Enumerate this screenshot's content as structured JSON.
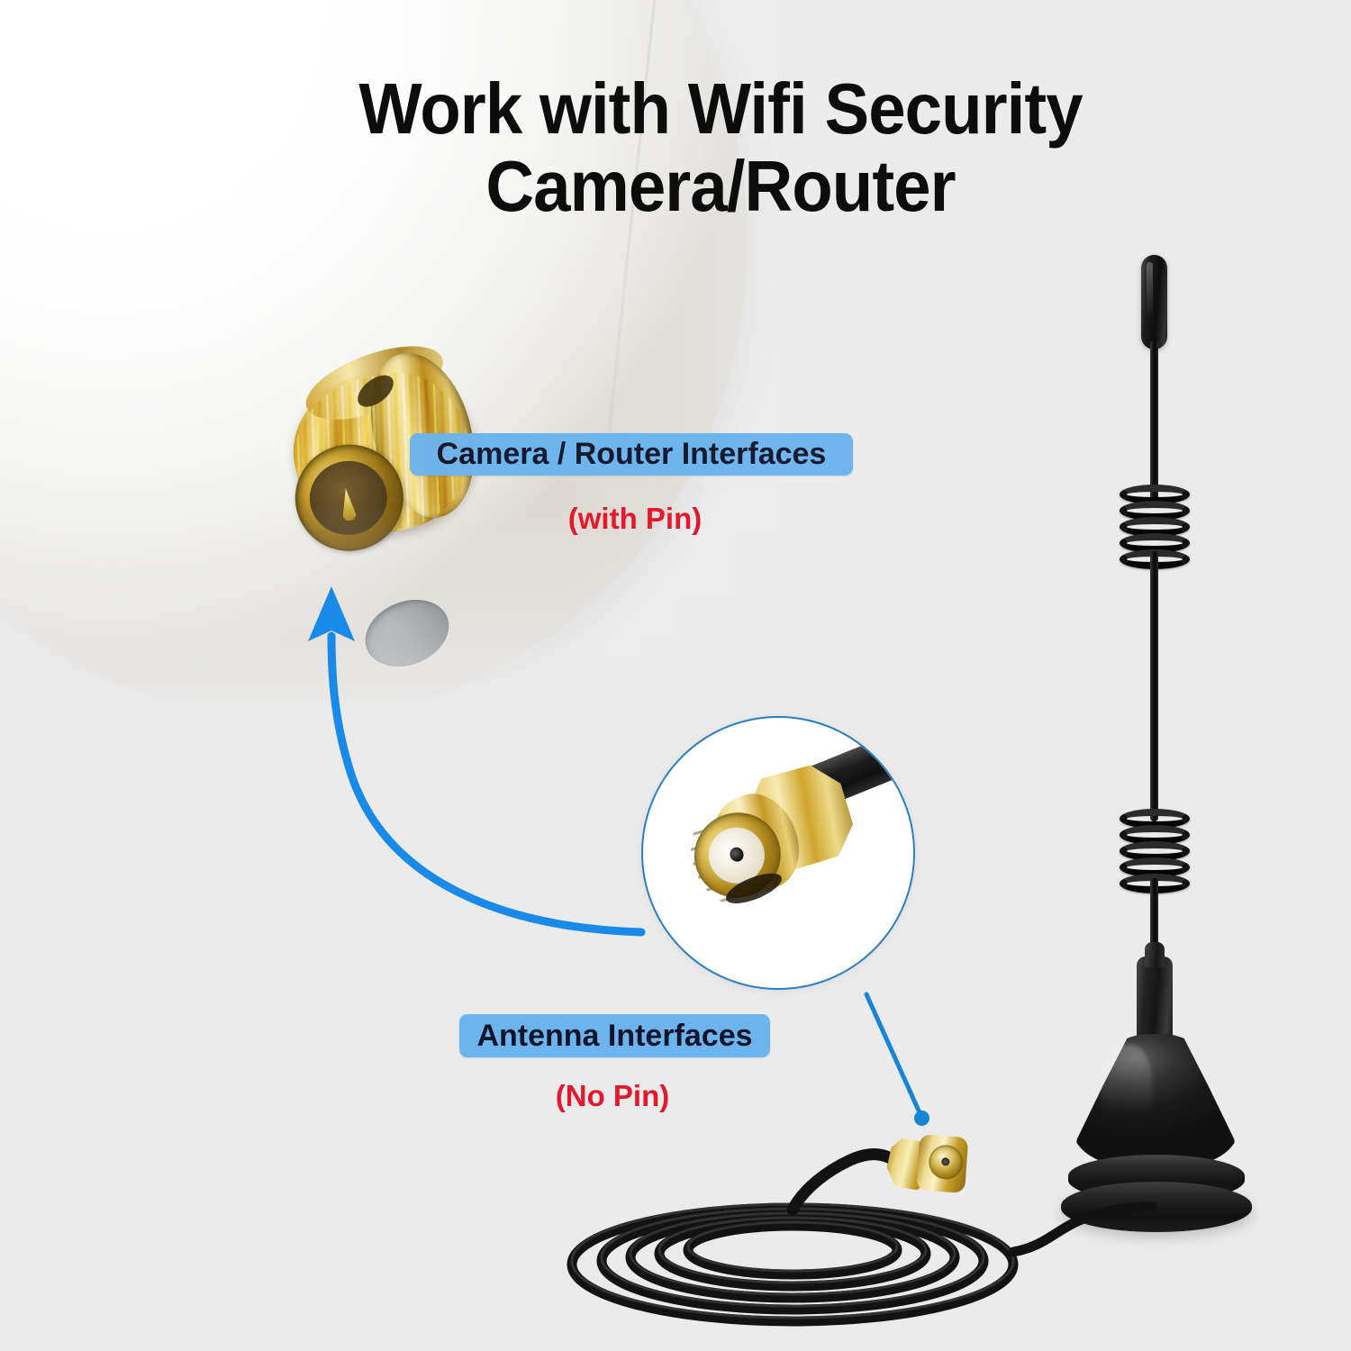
{
  "page": {
    "background_color": "#ebebeb",
    "product": "magnetic base wifi antenna with RP-SMA connector"
  },
  "headline": {
    "text": "Work with Wifi Security\nCamera/Router",
    "color": "#0c0c0c"
  },
  "callouts": [
    {
      "id": "camera-router",
      "label": "Camera / Router Interfaces",
      "note": "(with Pin)",
      "label_bg": "#6cb4ee",
      "label_color": "#10142a",
      "note_color": "#e5172c"
    },
    {
      "id": "antenna",
      "label": "Antenna Interfaces",
      "note": "(No Pin)",
      "label_bg": "#6cb4ee",
      "label_color": "#10142a",
      "note_color": "#e5172c"
    }
  ],
  "graphics": {
    "arrow_color": "#1a8ae8",
    "leader_line_color": "#1784d6",
    "inset_border_color": "#2a7fc4",
    "gold_color": "#e0c257",
    "antenna_color": "#111111"
  },
  "parts": {
    "camera_jack": "gold-sma-female-jack",
    "antenna_connector": "gold-rp-sma-male-connector",
    "magnified_view": "rp-sma-connector-closeup",
    "antenna_rod": "whip-antenna-with-coils",
    "antenna_base": "magnetic-base",
    "cable": "coiled-coaxial-cable"
  }
}
